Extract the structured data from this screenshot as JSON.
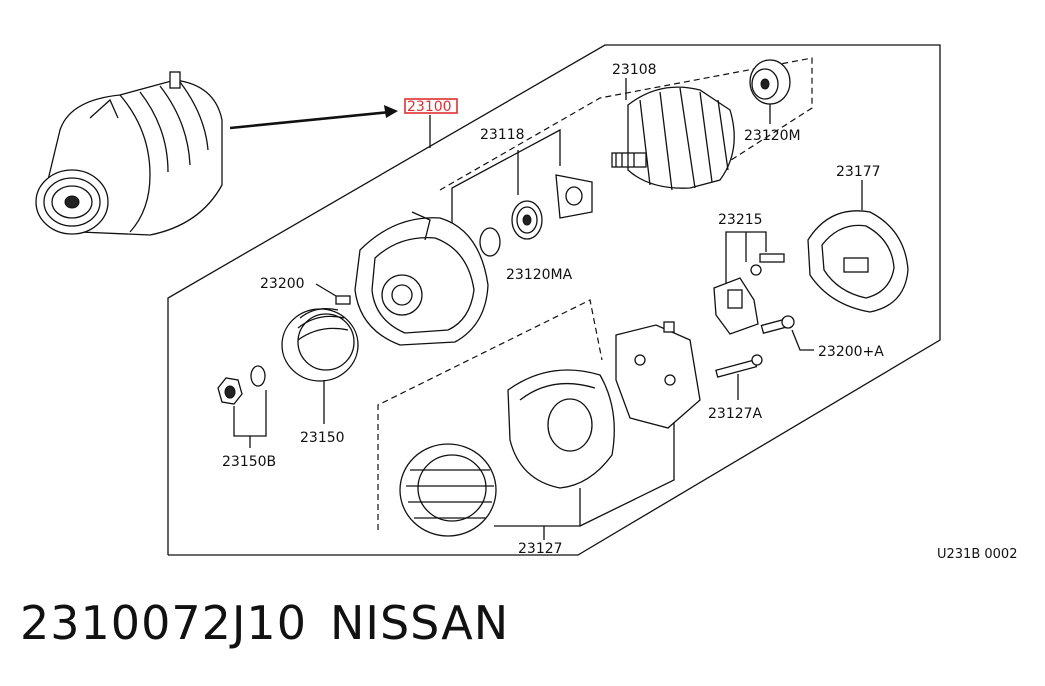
{
  "diagram_code": "U231B 0002",
  "footer": {
    "part_number": "2310072J10",
    "brand": "NISSAN"
  },
  "callouts": {
    "assembly": "23100",
    "rear_cover": "23118",
    "rotor": "23108",
    "bearing_m": "23120M",
    "bearing_ma": "23120MA",
    "screw": "23200",
    "pulley": "23150",
    "nut_washer": "23150B",
    "regulator": "23215",
    "bolt_a": "23200+A",
    "through_bolt": "23127A",
    "stator_set": "23127",
    "cover": "23177"
  },
  "highlight_color": "#e03030"
}
